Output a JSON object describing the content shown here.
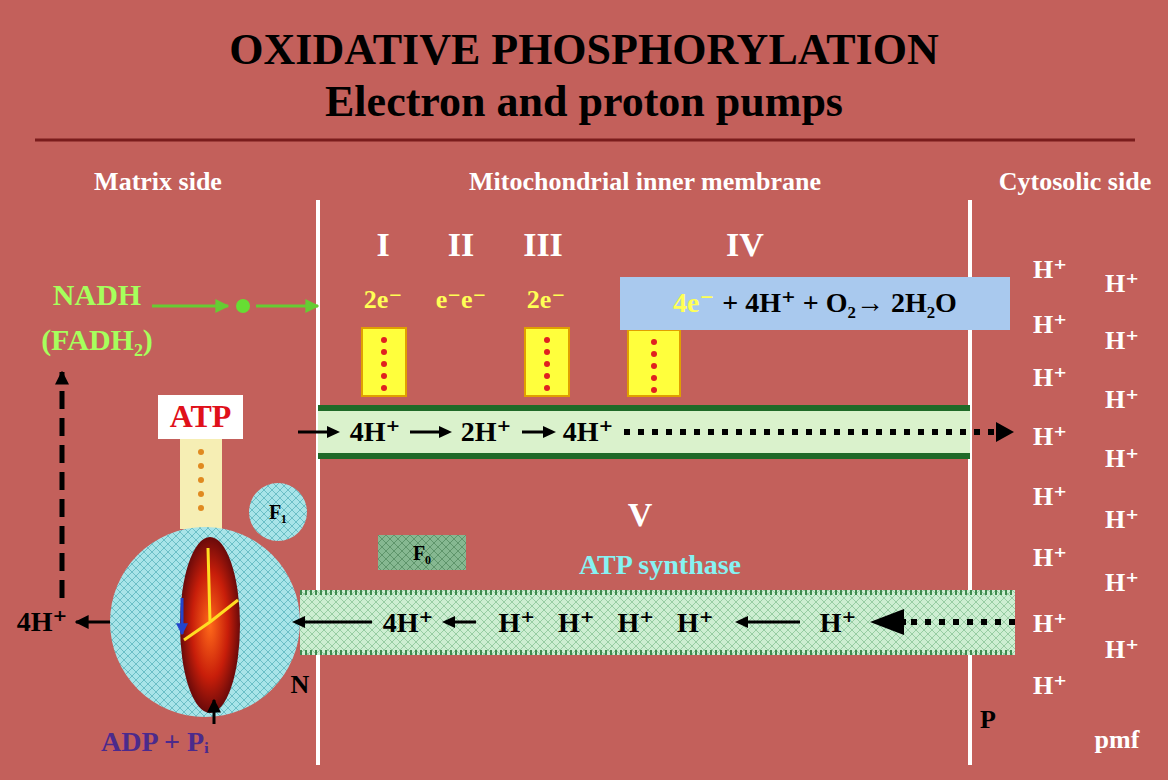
{
  "diagram": {
    "title": "OXIDATIVE PHOSPHORYLATION",
    "nodes": [
      {
        "text": [
          "4e⁻",
          "+ 4H⁺ + O₂→ 2H₂O"
        ]
      },
      {
        "text": [
          "ATP"
        ]
      },
      {
        "text": [
          "4H⁺",
          "2H⁺",
          "4H⁺"
        ]
      },
      {
        "text": [
          "F₁"
        ]
      },
      {
        "text": [
          "F₀"
        ]
      },
      {
        "text": [
          "4H⁺",
          "H⁺ H⁺ H⁺ H⁺",
          "H⁺"
        ]
      }
    ],
    "labels": [
      "Electron and proton pumps",
      "Matrix side",
      "Mitochondrial inner membrane",
      "Cytosolic side",
      "I",
      "II",
      "III",
      "IV",
      "NADH (FADH₂)",
      "2e⁻",
      "e⁻e⁻",
      "2e⁻",
      "V",
      "ATP synthase",
      "4H⁺",
      "ADP + Pᵢ",
      "N",
      "P",
      "H⁺",
      "H⁺",
      "H⁺",
      "H⁺",
      "H⁺",
      "H⁺",
      "H⁺",
      "H⁺",
      "H⁺",
      "H⁺",
      "H⁺",
      "H⁺",
      "H⁺",
      "H⁺",
      "H⁺",
      "pmf"
    ]
  }
}
